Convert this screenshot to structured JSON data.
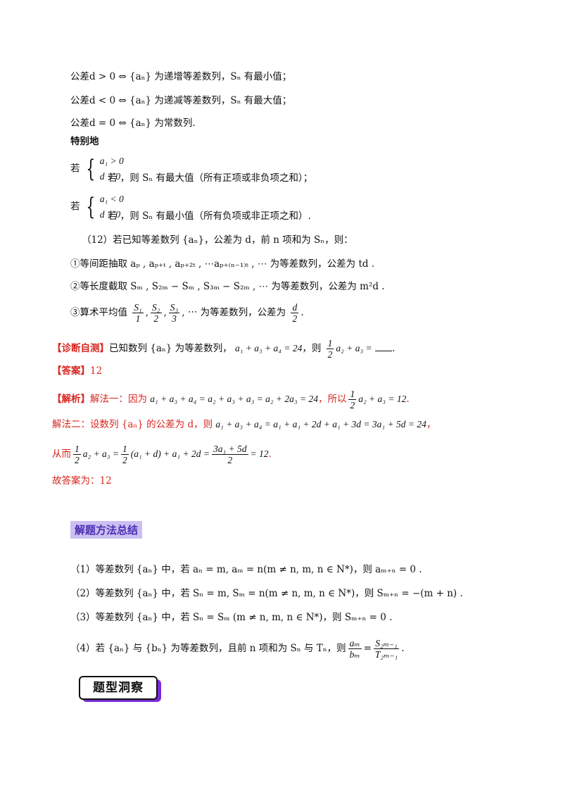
{
  "lines": {
    "l1": "公差d > 0 ⇔ {aₙ} 为递增等差数列，Sₙ 有最小值；",
    "l2": "公差d < 0 ⇔ {aₙ} 为递减等差数列，Sₙ 有最大值；",
    "l3": "公差d = 0 ⇔ {aₙ} 为常数列.",
    "special": "特别地",
    "c1_top": "a₁ > 0",
    "c1_bot": "d < 0",
    "c1_text": "若 ，则 Sₙ 有最大值（所有正项或非负项之和）；",
    "c2_top": "a₁ < 0",
    "c2_bot": "d > 0",
    "c2_text": "若 ，则 Sₙ 有最小值（所有负项或非正项之和）.",
    "p12": "（12）若已知等差数列 {aₙ}，公差为 d，前 n 项和为 Sₙ，则：",
    "p12_1": "①等间距抽取 aₚ , aₚ₊ₜ , aₚ₊₂ₜ , ⋯aₚ₊₍ₙ₋₁₎ₜ , ⋯ 为等差数列，公差为 td .",
    "p12_2": "②等长度截取 Sₘ , S₂ₘ − Sₘ , S₃ₘ − S₂ₘ , ⋯ 为等差数列，公差为 m²d .",
    "p12_3a": "③算术平均值",
    "p12_3b": "为等差数列，公差为",
    "avg_nums": [
      "S₁",
      "S₂",
      "S₃"
    ],
    "avg_dens": [
      "1",
      "2",
      "3"
    ],
    "avg_tail": ", ⋯",
    "d_num": "d",
    "d_den": "2"
  },
  "diagnosis": {
    "label": "【诊断自测】",
    "text_a": "已知数列 {aₙ} 为等差数列，",
    "eq": "a₁ + a₃ + a₄ = 24",
    "text_b": "，则",
    "half_num": "1",
    "half_den": "2",
    "tail": "a₂ + a₃ =",
    "end": "."
  },
  "answer": {
    "label": "【答案】",
    "value": "12"
  },
  "analysis": {
    "label": "【解析】",
    "m1_a": "解法一：因为 ",
    "m1_eq": "a₁ + a₃ + a₄ = a₂ + a₃ + a₃ = a₂ + 2a₃ = 24",
    "m1_b": "，所以",
    "m1_tail": "a₂ + a₃ = 12",
    "m2_a": "解法二：设数列 {aₙ} 的公差为 d，则 ",
    "m2_eq": "a₁ + a₃ + a₄ = a₁ + a₁ + 2d + a₁ + 3d = 3a₁ + 5d = 24",
    "m2_end": "，",
    "m3_a": "从而",
    "m3_mid": "a₂ + a₃ =",
    "m3_mid2": "(a₁ + d) + a₁ + 2d =",
    "m3_num": "3a₁ + 5d",
    "m3_den": "2",
    "m3_tail": "= 12",
    "final": "故答案为：12"
  },
  "method": {
    "title": "解题方法总结",
    "r1": "（1）等差数列 {aₙ} 中，若 aₙ = m, aₘ = n(m ≠ n, m, n ∈ N*)，则 aₘ₊ₙ = 0 .",
    "r2": "（2）等差数列 {aₙ} 中，若 Sₙ = m, Sₘ = n(m ≠ n, m, n ∈ N*)，则 Sₘ₊ₙ = −(m + n) .",
    "r3": "（3）等差数列 {aₙ} 中，若 Sₙ = Sₘ (m ≠ n, m, n ∈ N*)，则 Sₘ₊ₙ = 0 .",
    "r4_a": "（4）若 {aₙ} 与 {bₙ} 为等差数列，且前 n 项和为 Sₙ 与 Tₙ，则",
    "r4_n1": "aₘ",
    "r4_d1": "bₘ",
    "r4_n2": "S₂ₘ₋₁",
    "r4_d2": "T₂ₘ₋₁",
    "r4_end": "."
  },
  "section_tag": "题型洞察"
}
